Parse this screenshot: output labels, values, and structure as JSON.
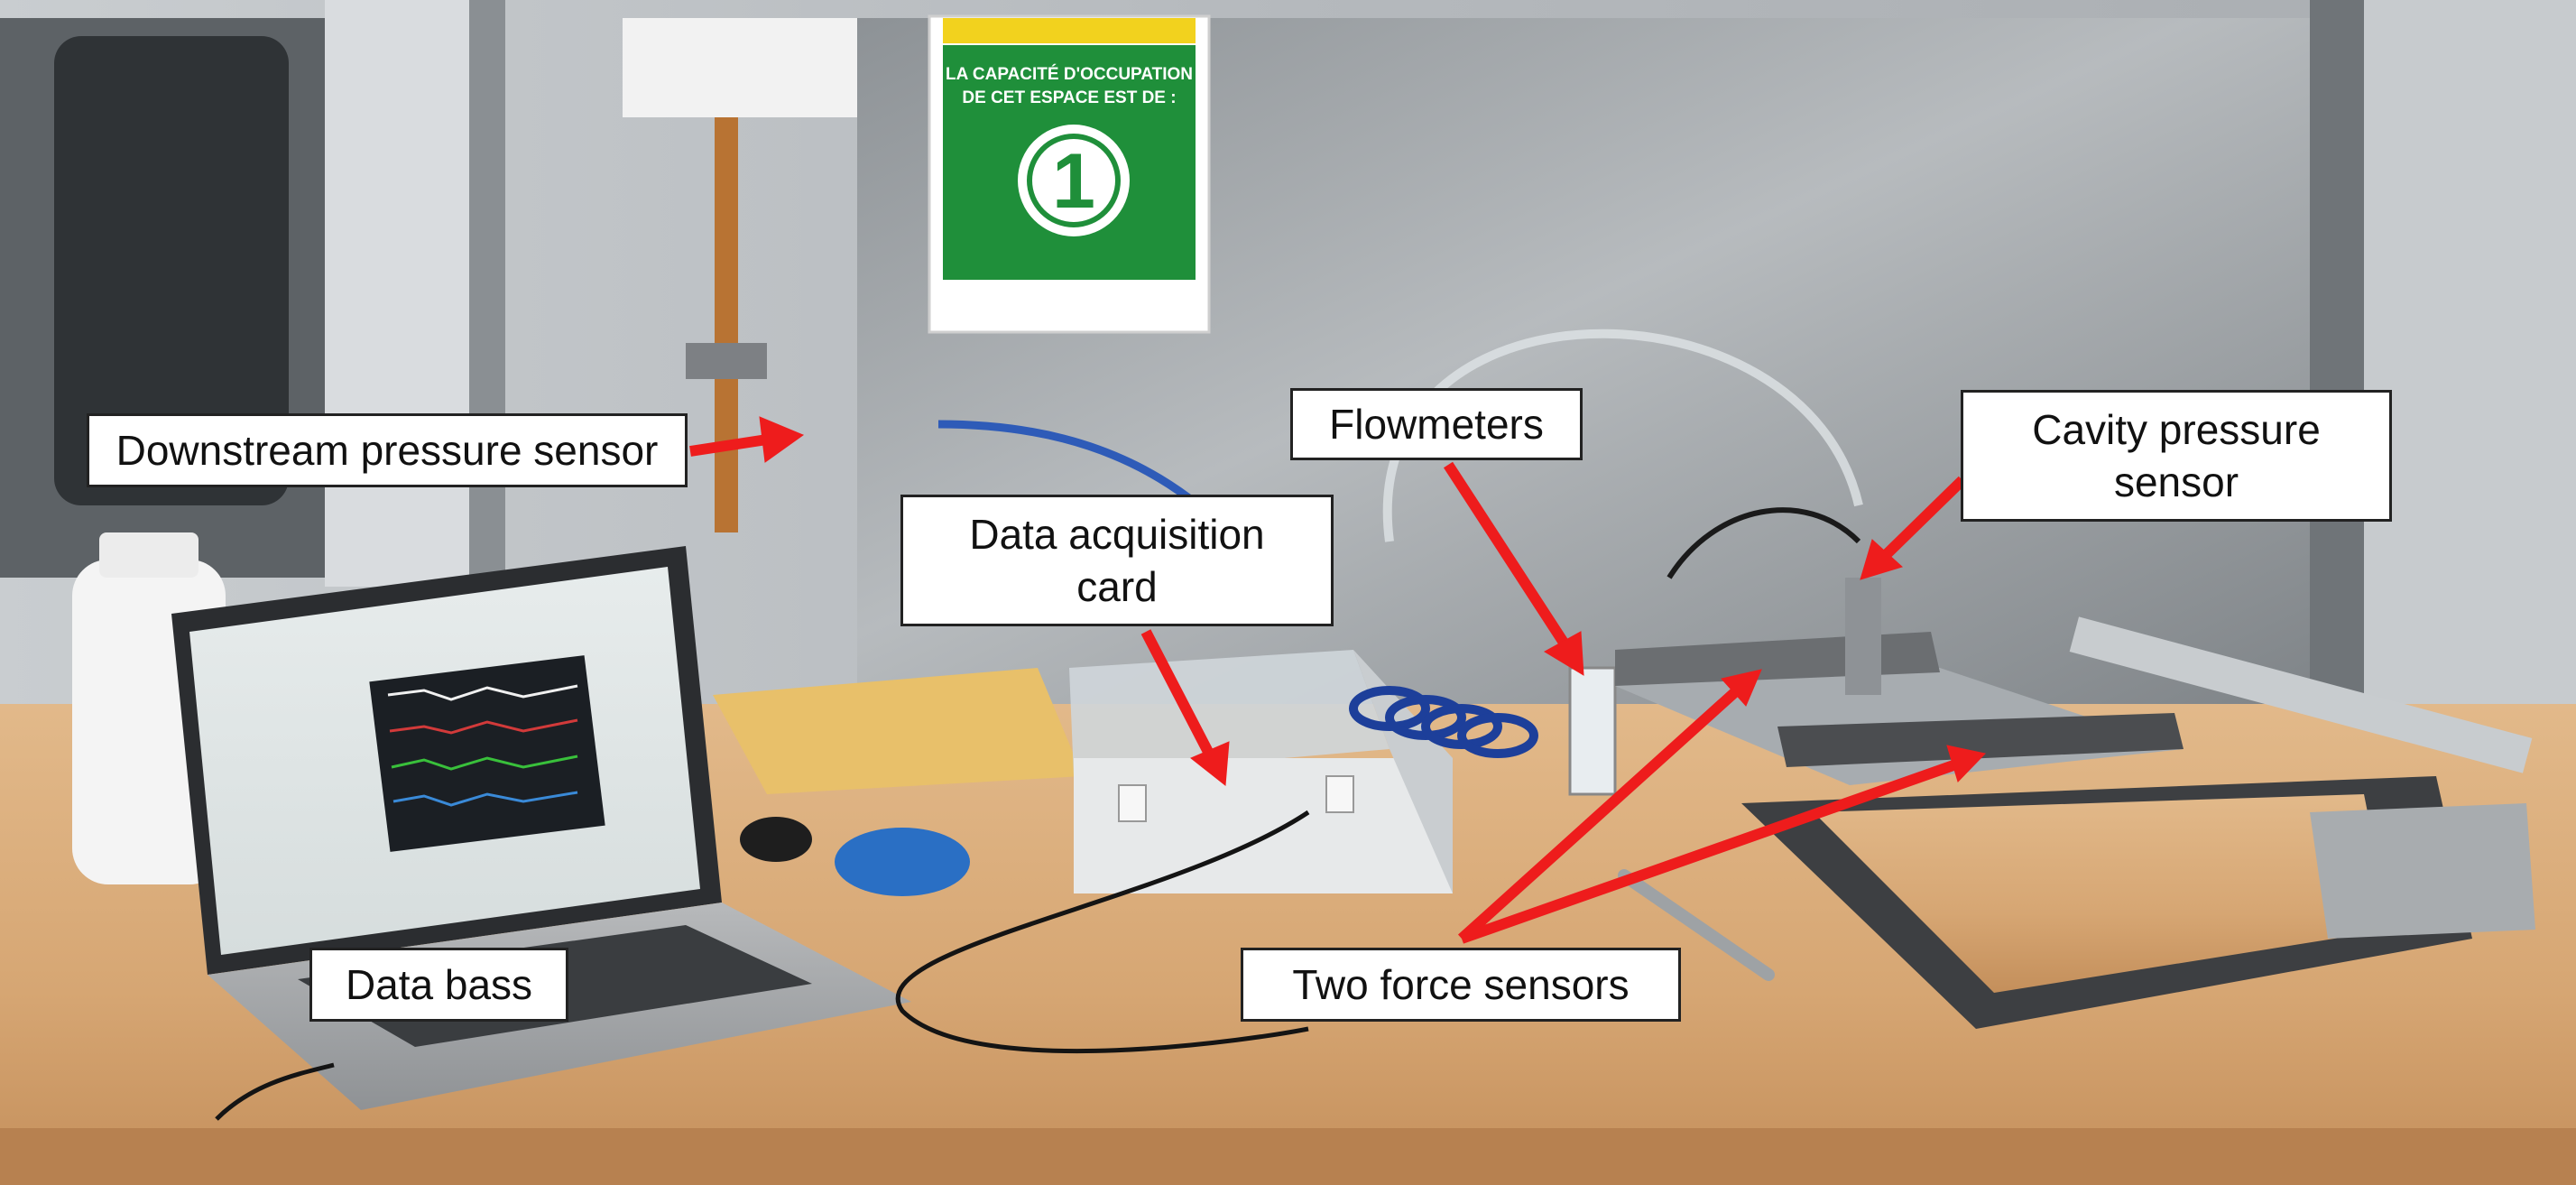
{
  "figure": {
    "description_scene": "lab-bench-photo",
    "labels": {
      "downstream_pressure_sensor": "Downstream pressure sensor",
      "flowmeters": "Flowmeters",
      "cavity_pressure_sensor_line1": "Cavity pressure",
      "cavity_pressure_sensor_line2": "sensor",
      "data_acquisition_card_line1": "Data acquisition",
      "data_acquisition_card_line2": "card",
      "data_bass": "Data bass",
      "two_force_sensors": "Two force sensors"
    },
    "sign": {
      "line1": "LA CAPACITÉ D'OCCUPATION",
      "line2": "DE CET ESPACE EST DE :",
      "number": "1"
    },
    "colors": {
      "arrow": "#ee1c1c",
      "label_border": "#222222",
      "sign_green": "#1f8f3a"
    }
  }
}
